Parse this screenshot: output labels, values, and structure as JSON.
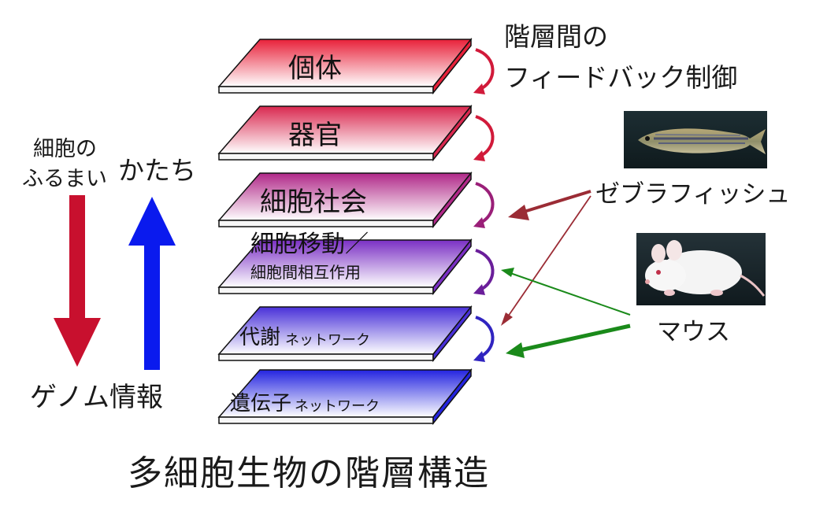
{
  "title": "多細胞生物の階層構造",
  "feedback_label": {
    "line1": "階層間の",
    "line2": "フィードバック制御"
  },
  "left": {
    "behavior_line1": "細胞の",
    "behavior_line2": "ふるまい",
    "shape": "かたち",
    "genome": "ゲノム情報"
  },
  "layers": [
    {
      "main": "個体",
      "small": "",
      "color": "#e8213a"
    },
    {
      "main": "器官",
      "small": "",
      "color": "#d9284f"
    },
    {
      "main": "細胞社会",
      "small": "",
      "color": "#b02888"
    },
    {
      "main": "細胞移動／",
      "small": "細胞間相互作用",
      "color": "#7a2fc4"
    },
    {
      "main": "代謝",
      "small": "ネットワーク",
      "color": "#4830d8"
    },
    {
      "main": "遺伝子",
      "small": "ネットワーク",
      "color": "#2424e0"
    }
  ],
  "organisms": {
    "zebrafish": "ゼブラフィッシュ",
    "mouse": "マウス"
  },
  "colors": {
    "down_arrow": "#c8102e",
    "up_arrow": "#0a1aee",
    "zebrafish_arrow": "#9b2c35",
    "mouse_arrow": "#1a8a1a"
  }
}
